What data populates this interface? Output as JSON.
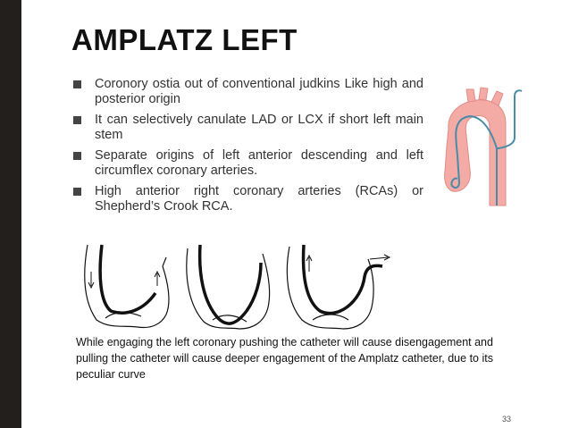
{
  "slide": {
    "title": "AMPLATZ LEFT",
    "bullets": [
      "Coronory ostia out of conventional judkins Like high and posterior origin",
      "It can selectively canulate LAD or LCX if short left main stem",
      "Separate origins of left anterior descending and left circumflex coronary arteries.",
      "High anterior right coronary arteries (RCAs) or Shepherd’s Crook RCA."
    ],
    "caption": "While engaging the left coronary  pushing the catheter will cause disengagement and pulling the catheter will cause deeper engagement of the Amplatz catheter, due to its peculiar curve",
    "page_number": "33"
  },
  "colors": {
    "left_bar": "#231f1c",
    "aorta_fill": "#f2a7a2",
    "catheter": "#4a8ca8",
    "line_drawing": "#111111"
  }
}
